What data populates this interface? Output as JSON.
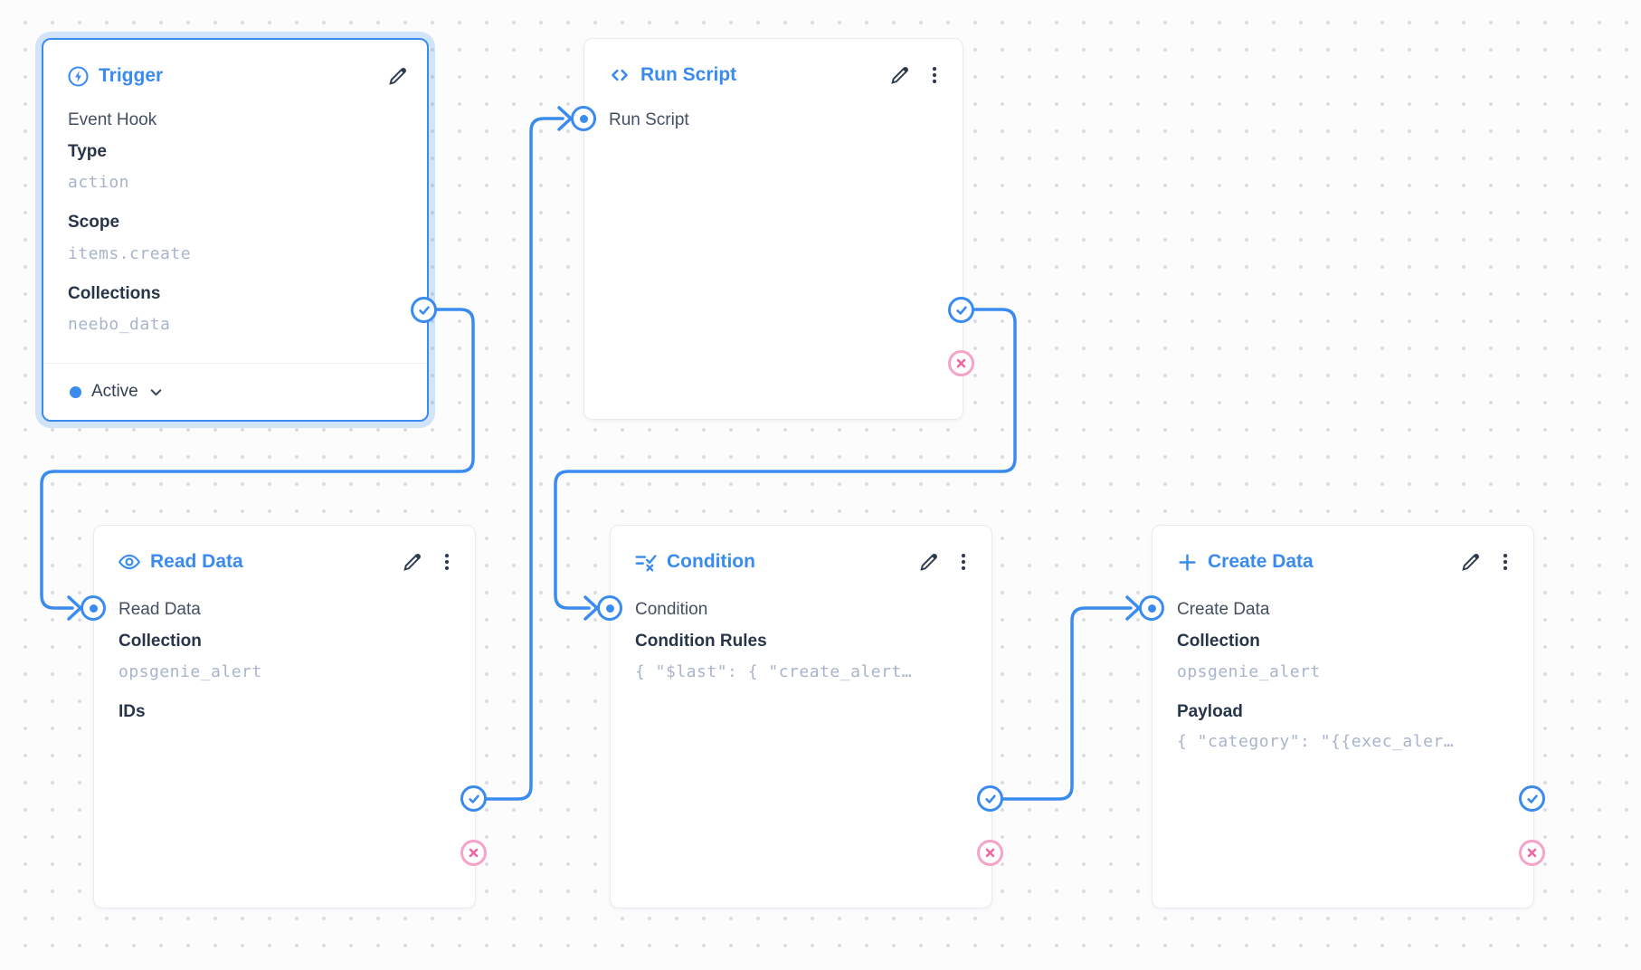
{
  "canvas": {
    "accent_blue": "#3A8BF0",
    "success_color": "#3A8BF0",
    "error_ring_color": "#F6A3C9",
    "error_glyph_color": "#EE66A4",
    "mono_text_color": "#A7B4CB",
    "dot_grid_color": "#D9DBE0"
  },
  "nodes": [
    {
      "id": "trigger",
      "title": "Trigger",
      "icon": "bolt-circle-icon",
      "selected": true,
      "fields": [
        {
          "kind": "text",
          "value": "Event Hook"
        },
        {
          "kind": "label",
          "value": "Type"
        },
        {
          "kind": "mono",
          "value": "action"
        },
        {
          "kind": "label",
          "value": "Scope"
        },
        {
          "kind": "mono",
          "value": "items.create"
        },
        {
          "kind": "label",
          "value": "Collections"
        },
        {
          "kind": "mono",
          "value": "neebo_data"
        }
      ],
      "status": {
        "label": "Active"
      }
    },
    {
      "id": "run-script",
      "title": "Run Script",
      "icon": "code-icon",
      "input_label": "Run Script",
      "fields": []
    },
    {
      "id": "read-data",
      "title": "Read Data",
      "icon": "eye-icon",
      "input_label": "Read Data",
      "fields": [
        {
          "kind": "label",
          "value": "Collection"
        },
        {
          "kind": "mono",
          "value": "opsgenie_alert"
        },
        {
          "kind": "label",
          "value": "IDs"
        }
      ]
    },
    {
      "id": "condition",
      "title": "Condition",
      "icon": "rule-icon",
      "input_label": "Condition",
      "fields": [
        {
          "kind": "label",
          "value": "Condition Rules"
        },
        {
          "kind": "mono",
          "value": "{ \"$last\": { \"create_alert…"
        }
      ]
    },
    {
      "id": "create-data",
      "title": "Create Data",
      "icon": "plus-icon",
      "input_label": "Create Data",
      "fields": [
        {
          "kind": "label",
          "value": "Collection"
        },
        {
          "kind": "mono",
          "value": "opsgenie_alert"
        },
        {
          "kind": "label",
          "value": "Payload"
        },
        {
          "kind": "mono",
          "value": "{ \"category\": \"{{exec_aler…"
        }
      ]
    }
  ]
}
